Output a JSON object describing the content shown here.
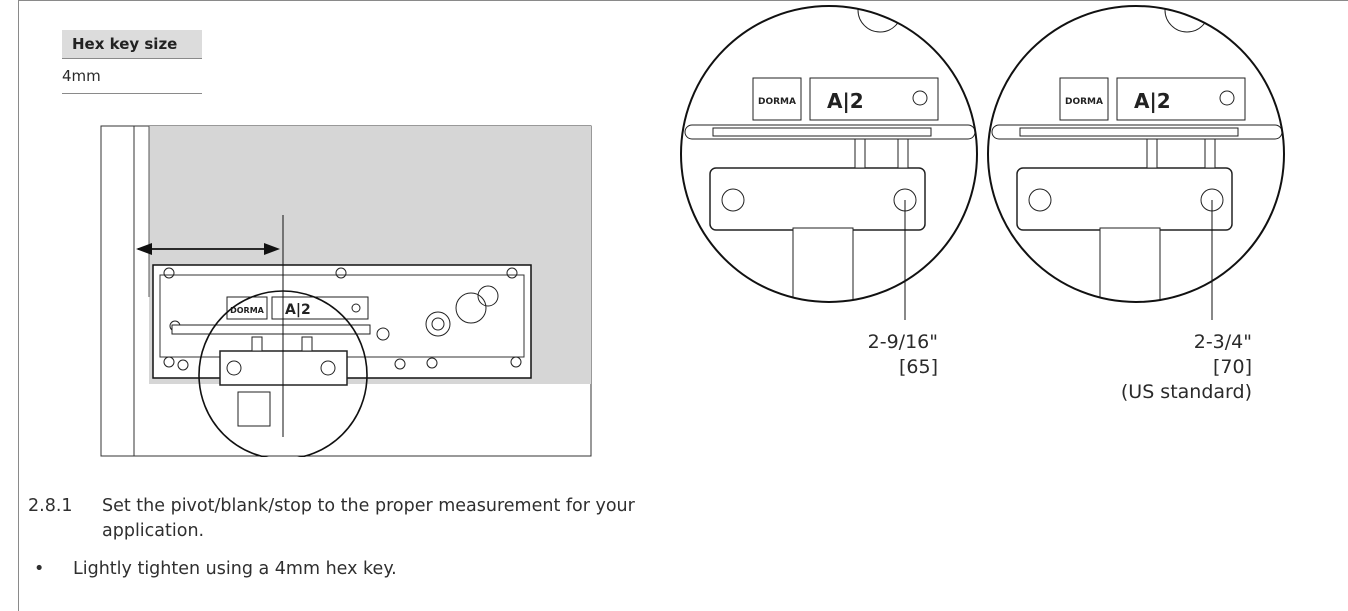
{
  "table": {
    "header": "Hex key size",
    "value": "4mm"
  },
  "brand_text": "DORMA",
  "model_text": "A|2",
  "dimensions": [
    {
      "imperial": "2-9/16\"",
      "metric": "[65]",
      "note": ""
    },
    {
      "imperial": "2-3/4\"",
      "metric": "[70]",
      "note": "(US standard)"
    }
  ],
  "step": {
    "number": "2.8.1",
    "text": "Set the pivot/blank/stop to the proper measurement for your application."
  },
  "bullet": {
    "symbol": "•",
    "text": "Lightly tighten using a 4mm hex key."
  }
}
